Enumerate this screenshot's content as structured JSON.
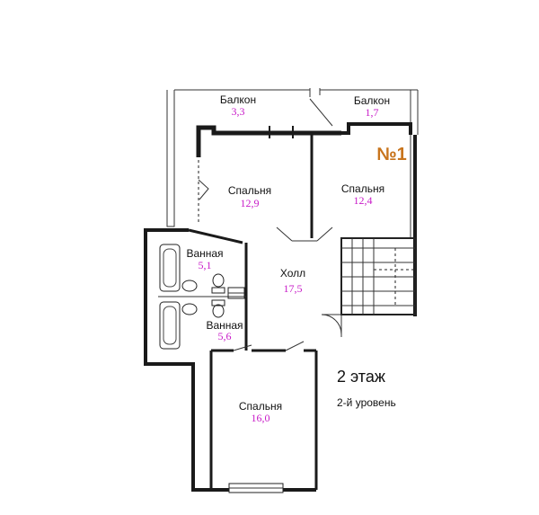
{
  "plan": {
    "unit_number": "№1",
    "floor_title": "2 этаж",
    "floor_level": "2-й уровень",
    "rooms": [
      {
        "name": "Балкон",
        "area": "3,3"
      },
      {
        "name": "Балкон",
        "area": "1,7"
      },
      {
        "name": "Спальня",
        "area": "12,9"
      },
      {
        "name": "Спальня",
        "area": "12,4"
      },
      {
        "name": "Ванная",
        "area": "5,1"
      },
      {
        "name": "Холл",
        "area": "17,5"
      },
      {
        "name": "Ванная",
        "area": "5,6"
      },
      {
        "name": "Спальня",
        "area": "16,0"
      }
    ]
  },
  "colors": {
    "area_text": "#c81cc8",
    "unit_number": "#c8741c",
    "walls": "#1a1a1a"
  }
}
